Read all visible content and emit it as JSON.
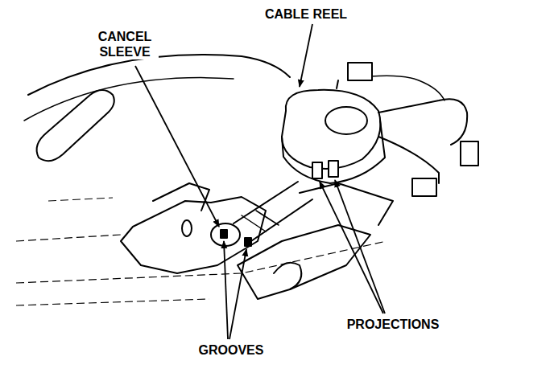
{
  "diagram": {
    "labels": [
      "CABLE REEL",
      "CANCEL SLEEVE",
      "PROJECTIONS",
      "GROOVES"
    ]
  }
}
